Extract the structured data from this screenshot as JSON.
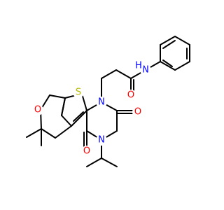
{
  "colors": {
    "background": "#ffffff",
    "bond": "#000000",
    "carbon": "#000000",
    "nitrogen": "#0000ff",
    "oxygen": "#ff0000",
    "sulfur": "#b8b800"
  },
  "atoms": {
    "thiophene_s": "S",
    "pyran_o": "O",
    "ring_n1": "N",
    "ring_n3": "N",
    "amide_n": "N",
    "amide_h": "H",
    "amide_o": "O",
    "carbonyl_o2": "O",
    "carbonyl_o4": "O"
  }
}
